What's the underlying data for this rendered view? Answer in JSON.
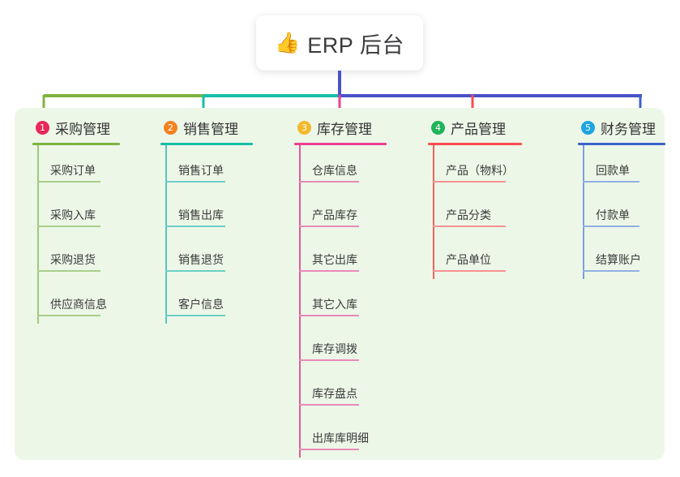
{
  "diagram": {
    "title": {
      "icon": "thumbs-up-icon",
      "emoji": "👍",
      "text": "ERP 后台"
    },
    "panel_color": "#edf7e8",
    "trunk_color": "#4a52c8",
    "branches": [
      {
        "index": "1",
        "badge_color": "#e8275a",
        "line_color": "#7fb341",
        "spine_color": "#9ec97a",
        "rule_color": "#a9cf8a",
        "title": "采购管理",
        "items": [
          "采购订单",
          "采购入库",
          "采购退货",
          "供应商信息"
        ]
      },
      {
        "index": "2",
        "badge_color": "#f58220",
        "line_color": "#15bfa8",
        "spine_color": "#54c7bb",
        "rule_color": "#6ecfc5",
        "title": "销售管理",
        "items": [
          "销售订单",
          "销售出库",
          "销售退货",
          "客户信息"
        ]
      },
      {
        "index": "3",
        "badge_color": "#f4b82c",
        "line_color": "#ec3f8f",
        "spine_color": "#e05a9b",
        "rule_color": "#e88ab8",
        "title": "库存管理",
        "items": [
          "仓库信息",
          "产品库存",
          "其它出库",
          "其它入库",
          "库存调拨",
          "库存盘点",
          "出库库明细"
        ]
      },
      {
        "index": "4",
        "badge_color": "#20b35a",
        "line_color": "#fb4c4c",
        "spine_color": "#f4605f",
        "rule_color": "#f79191",
        "title": "产品管理",
        "items": [
          "产品（物料）",
          "产品分类",
          "产品单位"
        ]
      },
      {
        "index": "5",
        "badge_color": "#1fa5e0",
        "line_color": "#3a63cc",
        "spine_color": "#7d9ddb",
        "rule_color": "#93afe2",
        "title": "财务管理",
        "items": [
          "回款单",
          "付款单",
          "结算账户"
        ]
      }
    ],
    "connector_segments": [
      {
        "name": "trunk-vertical",
        "color": "#4a52c8"
      },
      {
        "name": "bus-left-green",
        "color": "#7fb341"
      },
      {
        "name": "bus-mid-teal",
        "color": "#15bfa8"
      },
      {
        "name": "bus-right-indigo",
        "color": "#4a52c8"
      },
      {
        "name": "drop-1-green",
        "color": "#7fb341"
      },
      {
        "name": "drop-2-teal",
        "color": "#15bfa8"
      },
      {
        "name": "drop-3-pink",
        "color": "#ec3f8f"
      },
      {
        "name": "drop-4-red",
        "color": "#fb4c4c"
      },
      {
        "name": "drop-5-blue",
        "color": "#3a63cc"
      }
    ]
  }
}
